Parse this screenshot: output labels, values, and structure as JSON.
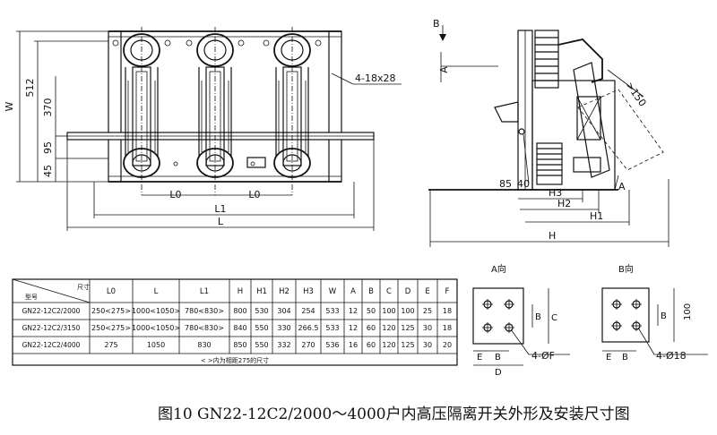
{
  "front_view": {
    "dims": {
      "W": "W",
      "h512": "512",
      "h370": "370",
      "h95": "95",
      "h45": "45",
      "L0_left": "L0",
      "L0_right": "L0",
      "L1": "L1",
      "L": "L",
      "holes": "4-18x28"
    }
  },
  "side_view": {
    "dims": {
      "B": "B",
      "A": "A",
      "r150": ">150",
      "d85": "85",
      "d40": "40",
      "H3": "H3",
      "H2": "H2",
      "H1": "H1",
      "H": "H",
      "A_dir": "A"
    }
  },
  "table": {
    "header_corner_top": "尺寸",
    "header_corner_bottom": "型号",
    "columns": [
      "L0",
      "L",
      "L1",
      "H",
      "H1",
      "H2",
      "H3",
      "W",
      "A",
      "B",
      "C",
      "D",
      "E",
      "F"
    ],
    "rows": [
      [
        "GN22-12C2/2000",
        "250<275>",
        "1000<1050>",
        "780<830>",
        "800",
        "530",
        "304",
        "254",
        "533",
        "12",
        "50",
        "100",
        "100",
        "25",
        "18"
      ],
      [
        "GN22-12C2/3150",
        "250<275>",
        "1000<1050>",
        "780<830>",
        "840",
        "550",
        "330",
        "266.5",
        "533",
        "12",
        "60",
        "120",
        "125",
        "30",
        "18"
      ],
      [
        "GN22-12C2/4000",
        "275",
        "1050",
        "830",
        "850",
        "550",
        "332",
        "270",
        "536",
        "16",
        "60",
        "120",
        "125",
        "30",
        "20"
      ]
    ],
    "note": "< >内为相距275的尺寸"
  },
  "view_a": {
    "title": "A向",
    "B": "B",
    "C": "C",
    "E": "E",
    "D": "D",
    "holes": "4-ØF"
  },
  "view_b": {
    "title": "B向",
    "B": "B",
    "h100": "100",
    "E": "E",
    "B2": "B",
    "holes": "4-Ø18"
  },
  "caption": "图10  GN22-12C2/2000～4000户内高压隔离开关外形及安装尺寸图"
}
